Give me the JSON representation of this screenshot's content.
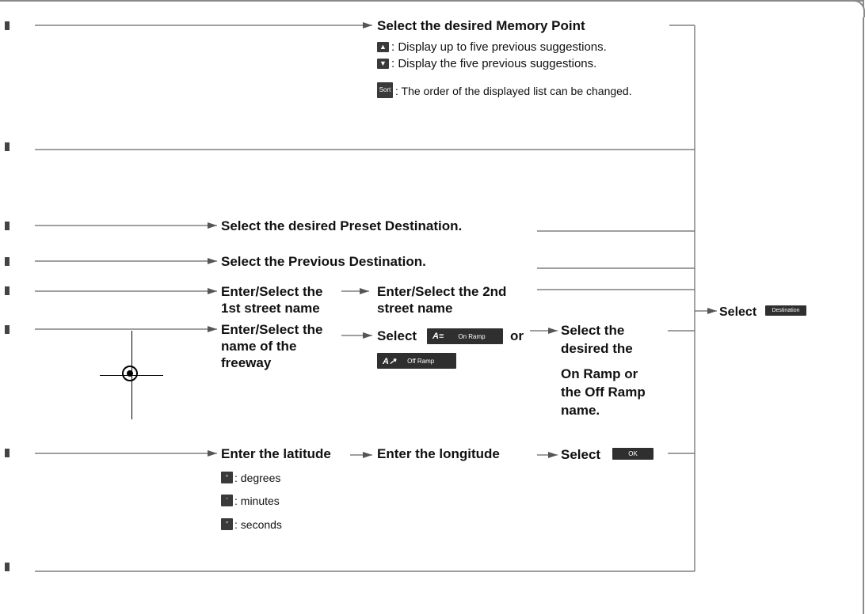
{
  "memory": {
    "title": "Select the desired Memory Point",
    "up_text": ": Display up to five previous suggestions.",
    "down_text": ": Display the five previous suggestions.",
    "sort_icon": "Sort",
    "sort_text": ": The order of the displayed list can be changed."
  },
  "preset": {
    "text": "Select the desired Preset Destination."
  },
  "previous": {
    "text": "Select the Previous Destination."
  },
  "intersection": {
    "step1_line1": "Enter/Select the",
    "step1_line2": "1st street name",
    "step2_line1": "Enter/Select the 2nd",
    "step2_line2": "street name"
  },
  "freeway": {
    "step1_line1": "Enter/Select the",
    "step1_line2": "name of the",
    "step1_line3": "freeway",
    "select_label": "Select",
    "on_ramp_button": "On Ramp",
    "or_label": "or",
    "off_ramp_button": "Off Ramp",
    "step3_line1": "Select the",
    "step3_line2": "desired the",
    "step3_line3": "On Ramp or",
    "step3_line4": "the Off Ramp",
    "step3_line5": "name."
  },
  "coordinates": {
    "latitude": "Enter the latitude",
    "longitude": "Enter the longitude",
    "select_label": "Select",
    "ok_button": "OK",
    "degrees": ": degrees",
    "minutes": ": minutes",
    "seconds": ": seconds"
  },
  "final": {
    "select_label": "Select",
    "destination_button": "Destination"
  },
  "icons": {
    "up": "arrow-up-icon",
    "down": "arrow-down-icon",
    "unit": "unit-mark-icon",
    "on_ramp": "on-ramp-icon",
    "off_ramp": "off-ramp-icon",
    "registration": "registration-mark-icon"
  }
}
